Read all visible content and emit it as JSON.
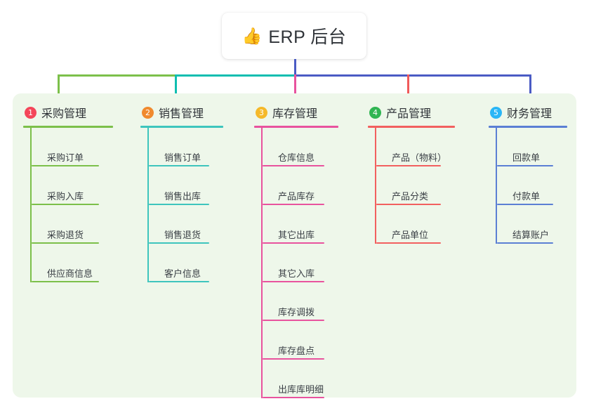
{
  "root": {
    "icon": "thumbs-up-icon",
    "icon_glyph": "👍",
    "title": "ERP 后台"
  },
  "palette": {
    "panel_bg": "#eef7ea",
    "card_bg": "#ffffff",
    "text": "#2f3338",
    "bus_green": "#7cc04a",
    "bus_teal": "#0fbeb0",
    "bus_blue": "#4a5bc4",
    "stem_blue": "#4a5bc4",
    "stem_pink": "#e8539e",
    "stem_red": "#f05a5a"
  },
  "columns": [
    {
      "number": "1",
      "badge_color": "#f4465a",
      "line_color": "#7cc04a",
      "title": "采购管理",
      "items": [
        "采购订单",
        "采购入库",
        "采购退货",
        "供应商信息"
      ]
    },
    {
      "number": "2",
      "badge_color": "#f08a2e",
      "line_color": "#3ec5bd",
      "title": "销售管理",
      "items": [
        "销售订单",
        "销售出库",
        "销售退货",
        "客户信息"
      ]
    },
    {
      "number": "3",
      "badge_color": "#f5b92a",
      "line_color": "#e8539e",
      "title": "库存管理",
      "items": [
        "仓库信息",
        "产品库存",
        "其它出库",
        "其它入库",
        "库存调拨",
        "库存盘点",
        "出库库明细"
      ]
    },
    {
      "number": "4",
      "badge_color": "#30b552",
      "line_color": "#f2605f",
      "title": "产品管理",
      "items": [
        "产品（物料）",
        "产品分类",
        "产品单位"
      ]
    },
    {
      "number": "5",
      "badge_color": "#29b6f6",
      "line_color": "#5b7fd4",
      "title": "财务管理",
      "items": [
        "回款单",
        "付款单",
        "结算账户"
      ]
    }
  ]
}
